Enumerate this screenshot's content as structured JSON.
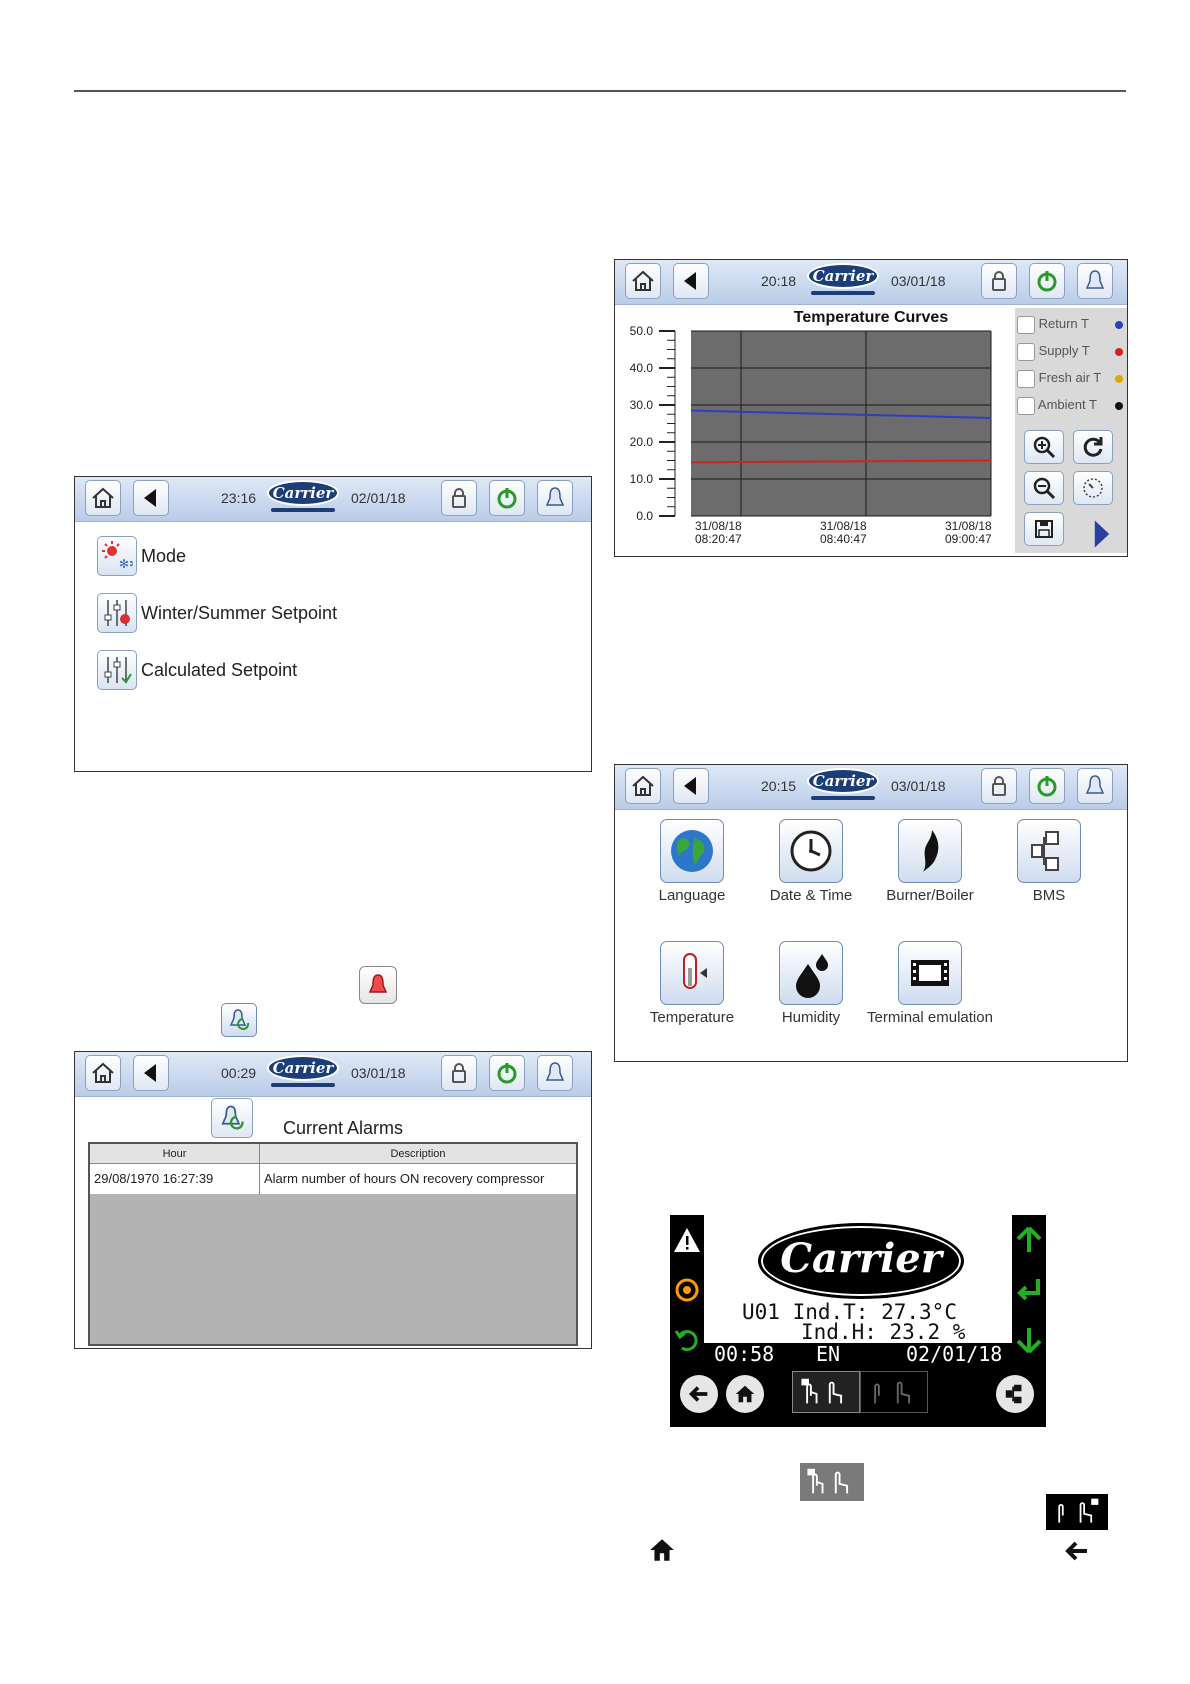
{
  "common": {
    "brand": "Carrier"
  },
  "menu_screen": {
    "time": "23:16",
    "date": "02/01/18",
    "items": [
      {
        "label": "Mode",
        "icon": "mode-icon"
      },
      {
        "label": "Winter/Summer Setpoint",
        "icon": "sliders-icon"
      },
      {
        "label": "Calculated Setpoint",
        "icon": "sliders-calc-icon"
      }
    ]
  },
  "curves_screen": {
    "time": "20:18",
    "date": "03/01/18",
    "legend": [
      {
        "label": "Return T",
        "color": "#2b3fbf"
      },
      {
        "label": "Supply T",
        "color": "#d62020"
      },
      {
        "label": "Fresh air T",
        "color": "#e0a800"
      },
      {
        "label": "Ambient T",
        "color": "#111111"
      }
    ]
  },
  "chart_data": {
    "type": "line",
    "title": "Temperature Curves",
    "ylim": [
      0,
      50
    ],
    "yticks": [
      "50.0",
      "40.0",
      "30.0",
      "20.0",
      "10.0",
      "0.0"
    ],
    "xticks": [
      {
        "date": "31/08/18",
        "time": "08:20:47"
      },
      {
        "date": "31/08/18",
        "time": "08:40:47"
      },
      {
        "date": "31/08/18",
        "time": "09:00:47"
      }
    ],
    "grid": true,
    "series": [
      {
        "name": "Return T",
        "color": "#2b3fbf",
        "x": [
          0,
          1
        ],
        "values": [
          28.5,
          26.5
        ]
      },
      {
        "name": "Supply T",
        "color": "#d62020",
        "x": [
          0,
          1
        ],
        "values": [
          14.5,
          15.0
        ]
      }
    ]
  },
  "config_screen": {
    "time": "20:15",
    "date": "03/01/18",
    "items": [
      {
        "label": "Language",
        "icon": "globe-icon"
      },
      {
        "label": "Date & Time",
        "icon": "clock-icon"
      },
      {
        "label": "Burner/Boiler",
        "icon": "flame-icon"
      },
      {
        "label": "BMS",
        "icon": "network-icon"
      },
      {
        "label": "Temperature",
        "icon": "thermometer-icon"
      },
      {
        "label": "Humidity",
        "icon": "drop-icon"
      },
      {
        "label": "Terminal emulation",
        "icon": "film-icon"
      }
    ]
  },
  "alarms_screen": {
    "time": "00:29",
    "date": "03/01/18",
    "title": "Current Alarms",
    "columns": [
      "Hour",
      "Description"
    ],
    "rows": [
      {
        "hour": "29/08/1970 16:27:39",
        "description": "Alarm number of hours ON recovery compressor"
      }
    ]
  },
  "terminal": {
    "line1_code": "U01",
    "line1_label": "Ind.T:",
    "line1_value": "27.3°C",
    "line2_label": "Ind.H:",
    "line2_value": "23.2 %",
    "status_time": "00:58",
    "status_lang": "EN",
    "status_date": "02/01/18"
  }
}
